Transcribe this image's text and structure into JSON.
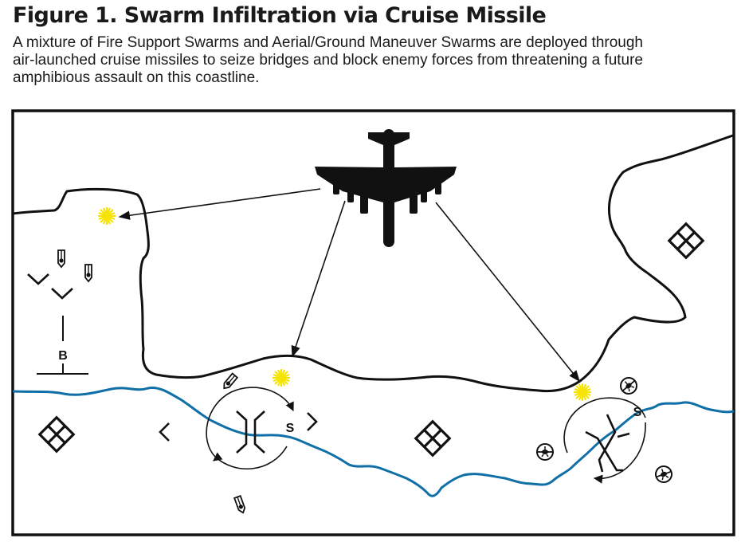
{
  "figure": {
    "title": "Figure 1. Swarm Infiltration via Cruise Missile",
    "caption_lines": [
      "A mixture of Fire Support Swarms and Aerial/Ground Maneuver Swarms are deployed through",
      "air-launched cruise missiles to seize bridges and block enemy forces from threatening a future",
      "amphibious assault on this coastline."
    ]
  },
  "map": {
    "labels": {
      "boundary_label": "B",
      "seize_left": "S",
      "seize_right": "S"
    },
    "colors": {
      "ink": "#111111",
      "river": "#0f6fa6",
      "burst": "#f5e400"
    },
    "icons": [
      "bomber-aircraft-icon",
      "burst-icon",
      "missile-icon",
      "drone-icon",
      "diamond-grid-icon",
      "bridge-icon",
      "chevron-icon",
      "boundary-icon"
    ]
  }
}
